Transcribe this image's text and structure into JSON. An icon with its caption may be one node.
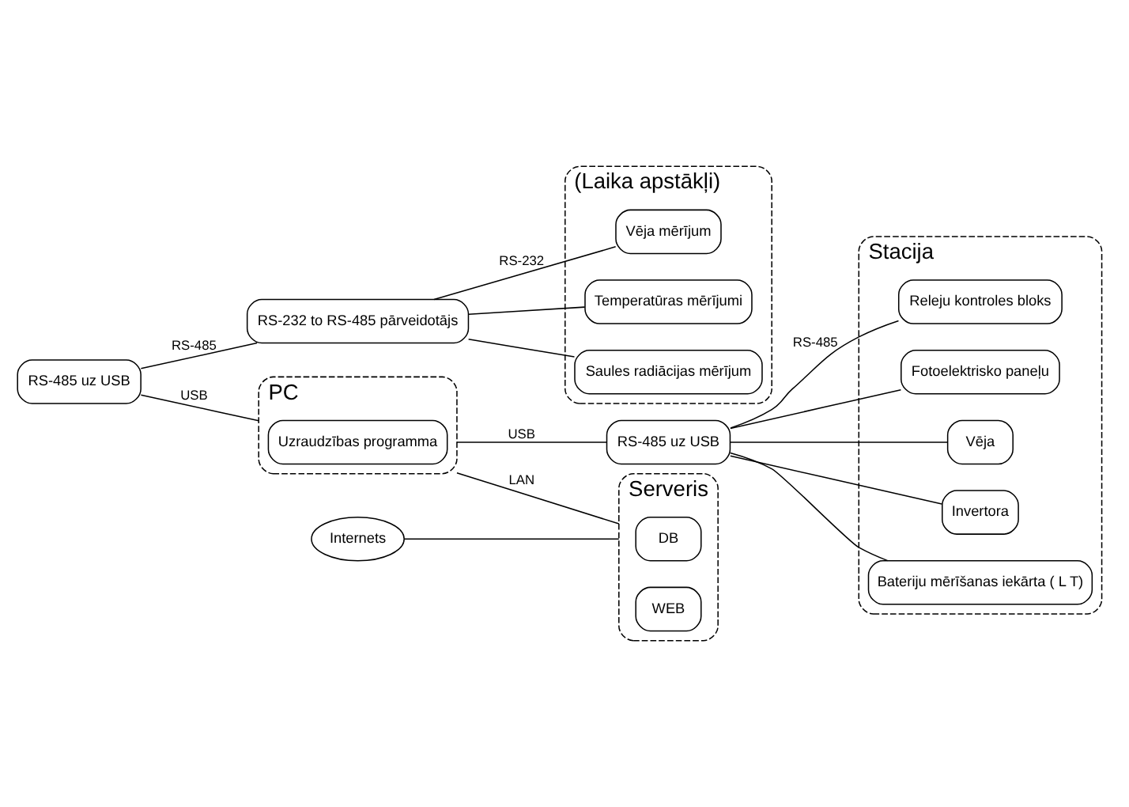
{
  "diagram": {
    "nodes": [
      {
        "text": [
          "RS-485 uz USB"
        ]
      },
      {
        "text": [
          "RS-232 to RS-485 pārveidotājs"
        ]
      },
      {
        "text": [
          "(Laika apstākļi)"
        ]
      },
      {
        "text": [
          "Vēja mērījum"
        ],
        "in": 2
      },
      {
        "text": [
          "Temperatūras mērījumi"
        ],
        "in": 2
      },
      {
        "text": [
          "Saules radiācijas mērījum"
        ],
        "in": 2
      },
      {
        "text": [
          "PC"
        ]
      },
      {
        "text": [
          "Uzraudzības programma"
        ],
        "in": 6
      },
      {
        "text": [
          "RS-485 uz USB"
        ]
      },
      {
        "text": [
          "Stacija"
        ]
      },
      {
        "text": [
          "Releju kontroles bloks"
        ],
        "in": 9
      },
      {
        "text": [
          "Internets"
        ]
      },
      {
        "text": [
          "Fotoelektrisko paneļu"
        ],
        "in": 9
      },
      {
        "text": [
          "Vēja"
        ],
        "in": 9
      },
      {
        "text": [
          "Invertora"
        ],
        "in": 9
      },
      {
        "text": [
          "Bateriju mērīšanas iekārta ( L T)"
        ],
        "in": 9
      },
      {
        "text": [
          "Serveris"
        ]
      },
      {
        "text": [
          "DB"
        ],
        "in": 16
      },
      {
        "text": [
          "WEB"
        ],
        "in": 16
      }
    ],
    "edges": [
      {
        "from": 0,
        "to": 1,
        "arrow": "none",
        "label": "RS-485"
      },
      {
        "from": 0,
        "to": 6,
        "arrow": "none",
        "label": "USB"
      },
      {
        "from": 1,
        "to": 3,
        "arrow": "none",
        "label": "RS-232"
      },
      {
        "from": 1,
        "to": 4,
        "arrow": "none"
      },
      {
        "from": 1,
        "to": 5,
        "arrow": "none"
      },
      {
        "from": 6,
        "to": 8,
        "arrow": "none",
        "label": "USB"
      },
      {
        "from": 6,
        "to": 16,
        "arrow": "none",
        "label": "LAN"
      },
      {
        "from": 8,
        "to": 10,
        "arrow": "none",
        "label": "RS-485"
      },
      {
        "from": 8,
        "to": 12,
        "arrow": "none"
      },
      {
        "from": 8,
        "to": 13,
        "arrow": "none"
      },
      {
        "from": 8,
        "to": 14,
        "arrow": "none"
      },
      {
        "from": 8,
        "to": 15,
        "arrow": "none"
      },
      {
        "from": 11,
        "to": 16,
        "arrow": "none"
      }
    ]
  }
}
